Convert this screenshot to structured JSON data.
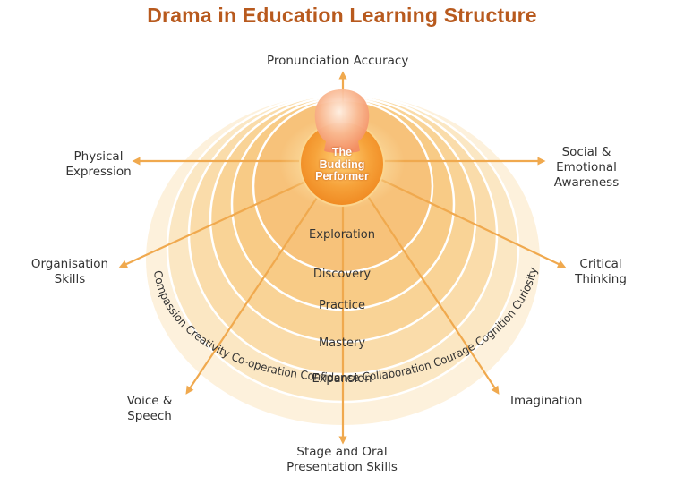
{
  "title": "Drama in Education Learning Structure",
  "center_label": [
    "The",
    "Budding",
    "Performer"
  ],
  "stages": [
    "Exploration",
    "Discovery",
    "Practice",
    "Mastery",
    "Expansion"
  ],
  "values": [
    "Compassion",
    "Creativity",
    "Co-operation",
    "Confidence",
    "Collaboration",
    "Courage",
    "Cognition",
    "Curiosity"
  ],
  "outcomes": {
    "pronunciation": "Pronunciation Accuracy",
    "physical": [
      "Physical",
      "Expression"
    ],
    "social": [
      "Social &",
      "Emotional",
      "Awareness"
    ],
    "organisation": [
      "Organisation",
      "Skills"
    ],
    "critical": [
      "Critical",
      "Thinking"
    ],
    "voice": [
      "Voice &",
      "Speech"
    ],
    "imagination": "Imagination",
    "stage": [
      "Stage and Oral",
      "Presentation Skills"
    ]
  },
  "colors": {
    "title": "#b85a1e",
    "arrow": "#f0a94e",
    "ring_light": "#fdf1dc",
    "ring_dark": "#f7c97e",
    "core": "#f39a2c"
  }
}
